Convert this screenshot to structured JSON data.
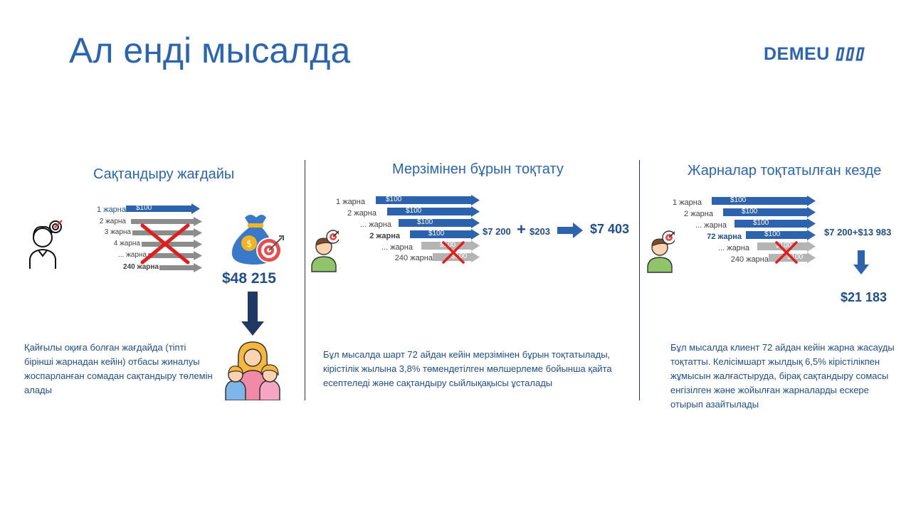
{
  "title": "Ал енді мысалда",
  "logo": {
    "text": "DEMEU"
  },
  "colors": {
    "blue": "#2c62ae",
    "grey": "#8c8c8c",
    "red": "#e01e1e",
    "title": "#2b65b0"
  },
  "section1": {
    "title": "Сақтандыру жағдайы",
    "labels": [
      "1 жарна",
      "2 жарна",
      "3 жарна",
      "4 жарна",
      "... жарна",
      "240 жарна"
    ],
    "arrow_value": "$100",
    "amount": "$48 215",
    "description": "Қайғылы оқиға болған жағдайда (тіпті бірінші жарнадан кейін) отбасы жиналуы жоспарланған сомадан сақтандыру төлемін алады"
  },
  "section2": {
    "title": "Мерзімінен бұрын тоқтату",
    "labels": [
      "1 жарна",
      "2 жарна",
      "...  жарна",
      "2 жарна",
      "... жарна",
      "240 жарна"
    ],
    "arrow_values": [
      "$100",
      "$100",
      "$100",
      "$100",
      "$100",
      "$100"
    ],
    "sum_left": "$7 200",
    "plus": "+",
    "sum_right": "$203",
    "result": "$7 403",
    "description": "Бұл мысалда шарт 72 айдан кейін мерзімінен бұрын тоқтатылады, кірістілік жылына 3,8% төмендетілген мөлшерлеме бойынша қайта есептеледі және сақтандыру сыйлықақысы ұсталады"
  },
  "section3": {
    "title": "Жарналар тоқтатылған кезде",
    "labels": [
      "1 жарна",
      "2 жарна",
      "... жарна",
      "72 жарна",
      "... жарна",
      "240 жарна"
    ],
    "arrow_values": [
      "$100",
      "$100",
      "$100",
      "$100",
      "$100",
      "$100"
    ],
    "sum": "$7 200+$13 983",
    "result": "$21 183",
    "description": "Бұл мысалда клиент 72 айдан кейін жарна жасауды тоқтатты. Келісімшарт жылдық 6,5% кірістілікпен жұмысын жалғастыруда, бірақ сақтандыру сомасы енгізілген және жойылған жарналарды ескере отырып азайтылады"
  }
}
